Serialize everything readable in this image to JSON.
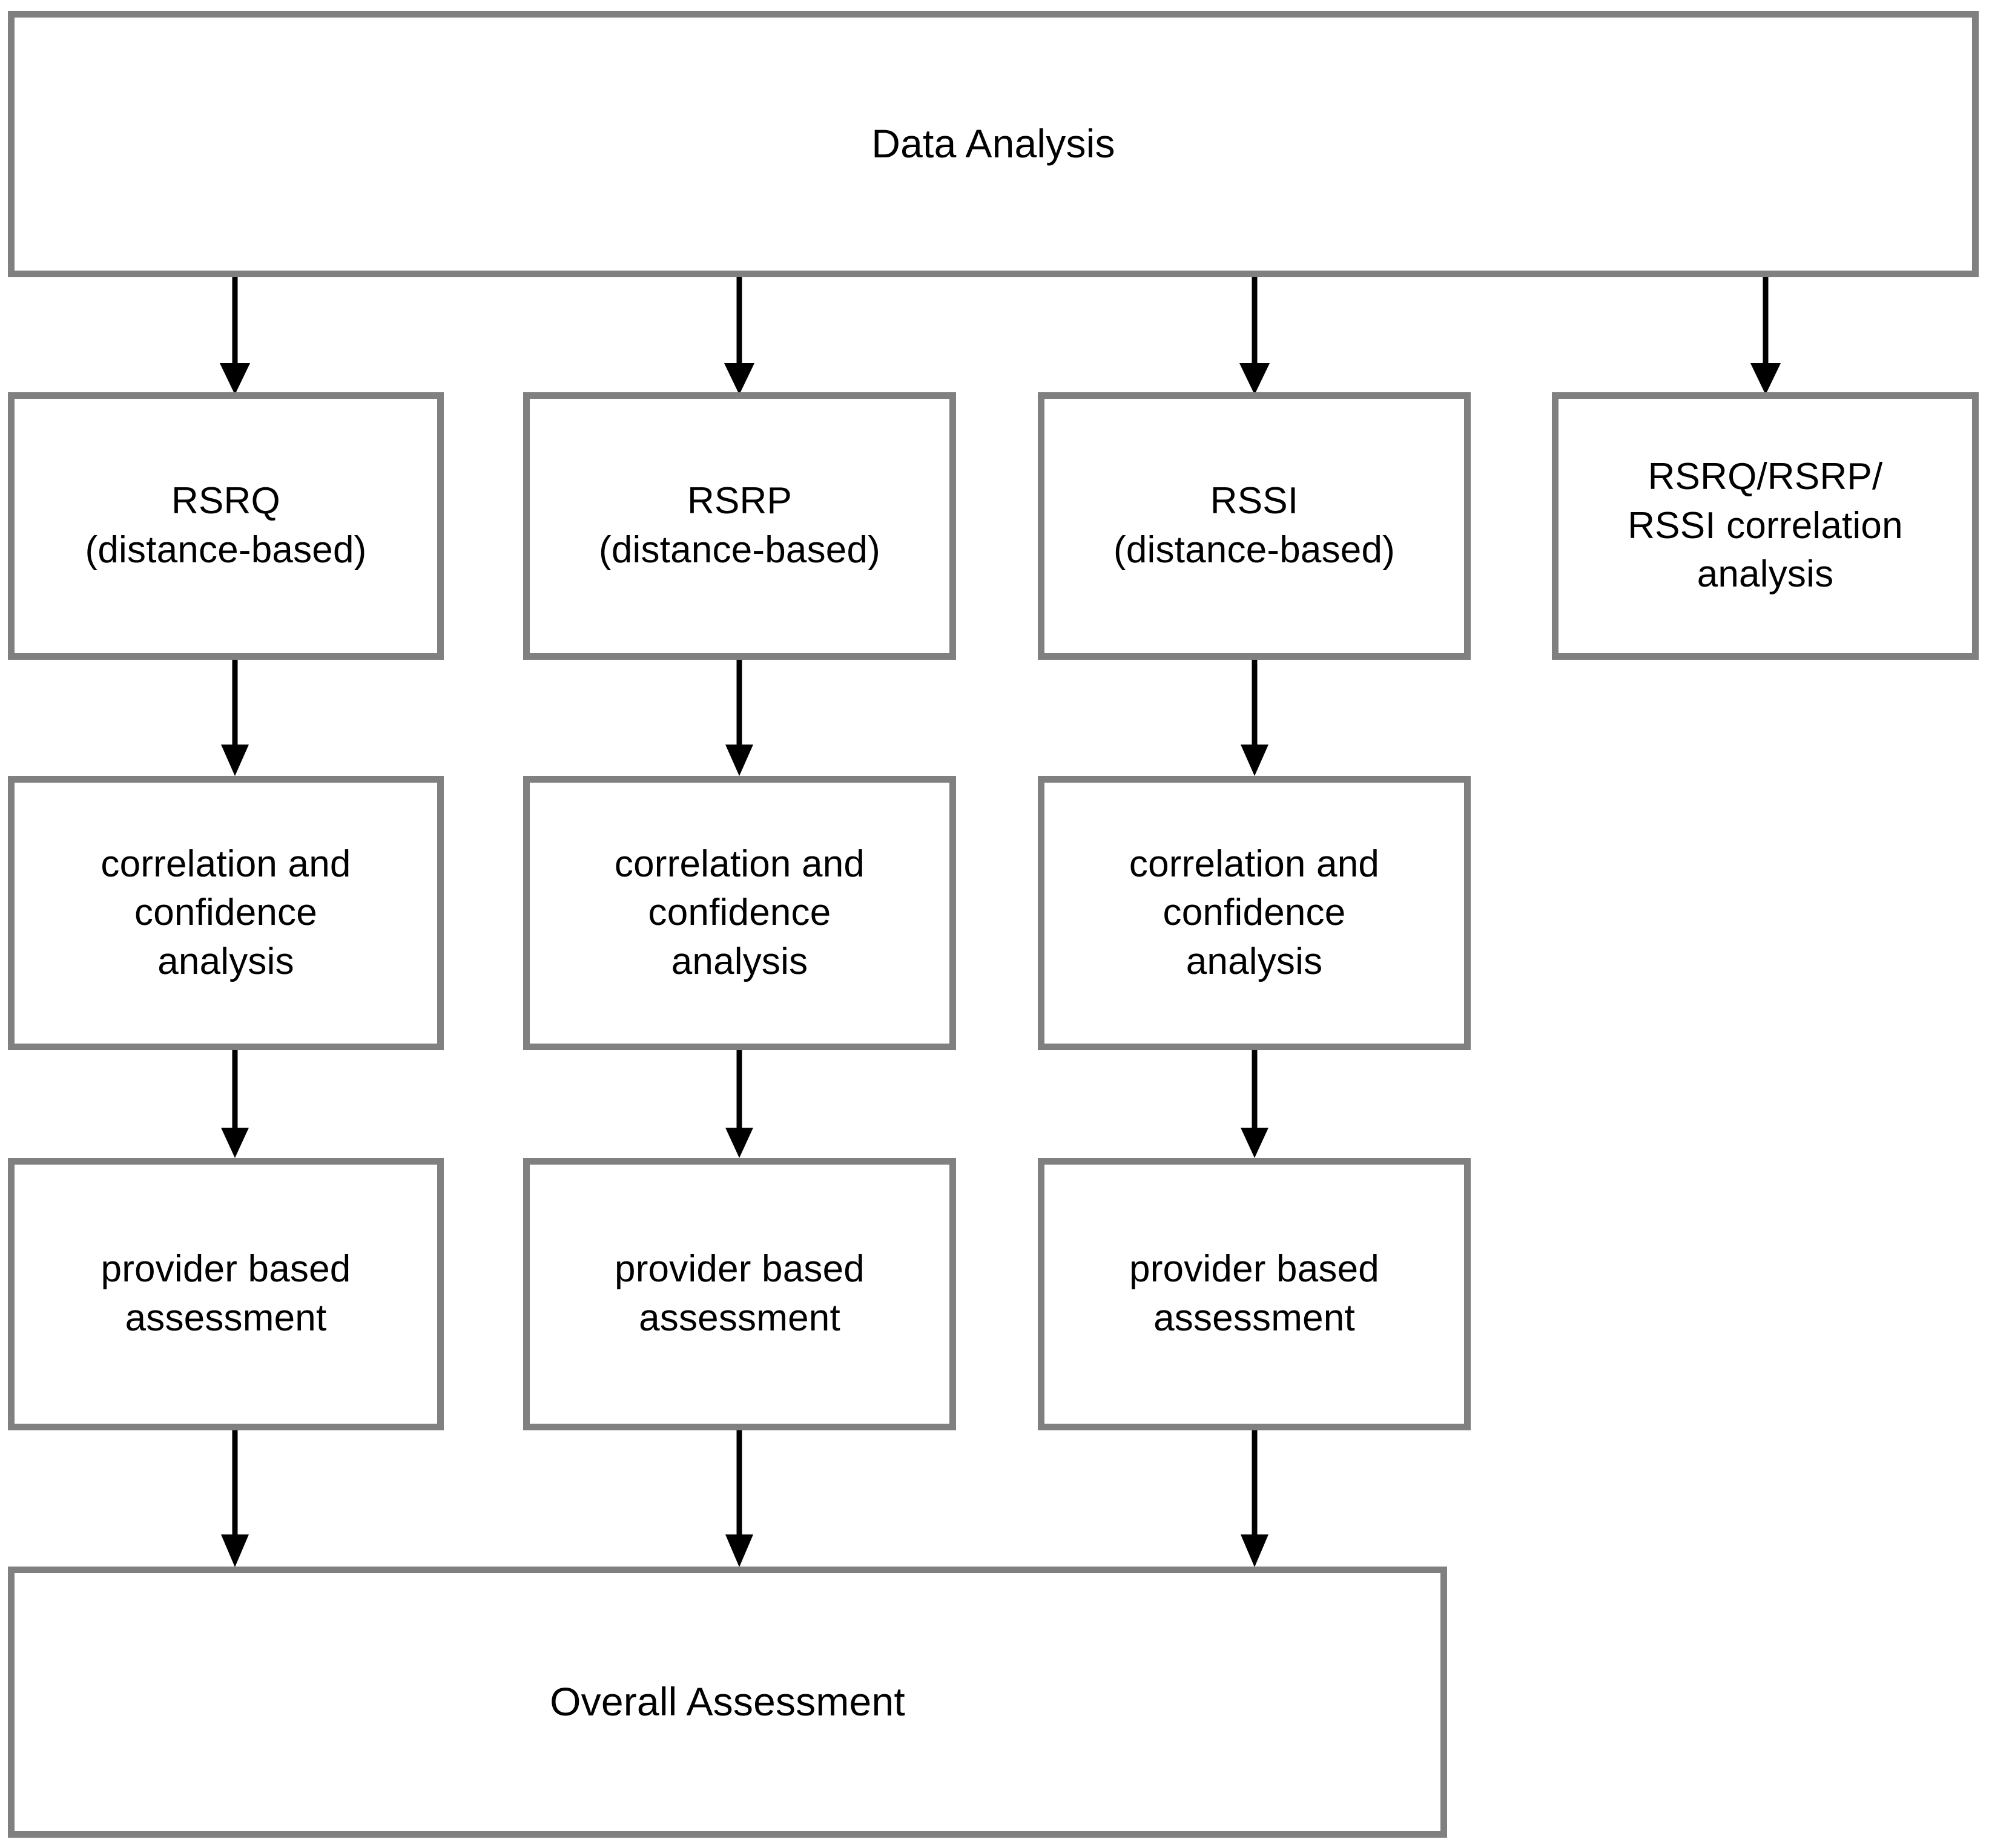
{
  "diagram": {
    "title": "Data Analysis",
    "type": "flowchart",
    "orientation": "top-down",
    "colors": {
      "node_border": "#808080",
      "node_fill": "#ffffff",
      "arrow": "#000000",
      "text": "#000000"
    },
    "nodes": [
      {
        "id": "data-analysis",
        "label": "Data Analysis",
        "row": 0,
        "col": 0
      },
      {
        "id": "rsrq-distance",
        "label": "RSRQ\n(distance-based)",
        "row": 1,
        "col": 0
      },
      {
        "id": "rsrp-distance",
        "label": "RSRP\n(distance-based)",
        "row": 1,
        "col": 1
      },
      {
        "id": "rssi-distance",
        "label": "RSSI\n(distance-based)",
        "row": 1,
        "col": 2
      },
      {
        "id": "rsrq-rsrp-rssi-corr",
        "label": "RSRQ/RSRP/\nRSSI correlation\nanalysis",
        "row": 1,
        "col": 3
      },
      {
        "id": "corr-conf-1",
        "label": "correlation and\nconfidence\nanalysis",
        "row": 2,
        "col": 0
      },
      {
        "id": "corr-conf-2",
        "label": "correlation and\nconfidence\nanalysis",
        "row": 2,
        "col": 1
      },
      {
        "id": "corr-conf-3",
        "label": "correlation and\nconfidence\nanalysis",
        "row": 2,
        "col": 2
      },
      {
        "id": "provider-assess-1",
        "label": "provider based\nassessment",
        "row": 3,
        "col": 0
      },
      {
        "id": "provider-assess-2",
        "label": "provider based\nassessment",
        "row": 3,
        "col": 1
      },
      {
        "id": "provider-assess-3",
        "label": "provider based\nassessment",
        "row": 3,
        "col": 2
      },
      {
        "id": "overall-assessment",
        "label": "Overall Assessment",
        "row": 4,
        "col": 0
      }
    ],
    "edges": [
      {
        "from": "data-analysis",
        "to": "rsrq-distance"
      },
      {
        "from": "data-analysis",
        "to": "rsrp-distance"
      },
      {
        "from": "data-analysis",
        "to": "rssi-distance"
      },
      {
        "from": "data-analysis",
        "to": "rsrq-rsrp-rssi-corr"
      },
      {
        "from": "rsrq-distance",
        "to": "corr-conf-1"
      },
      {
        "from": "rsrp-distance",
        "to": "corr-conf-2"
      },
      {
        "from": "rssi-distance",
        "to": "corr-conf-3"
      },
      {
        "from": "corr-conf-1",
        "to": "provider-assess-1"
      },
      {
        "from": "corr-conf-2",
        "to": "provider-assess-2"
      },
      {
        "from": "corr-conf-3",
        "to": "provider-assess-3"
      },
      {
        "from": "provider-assess-1",
        "to": "overall-assessment"
      },
      {
        "from": "provider-assess-2",
        "to": "overall-assessment"
      },
      {
        "from": "provider-assess-3",
        "to": "overall-assessment"
      }
    ]
  }
}
